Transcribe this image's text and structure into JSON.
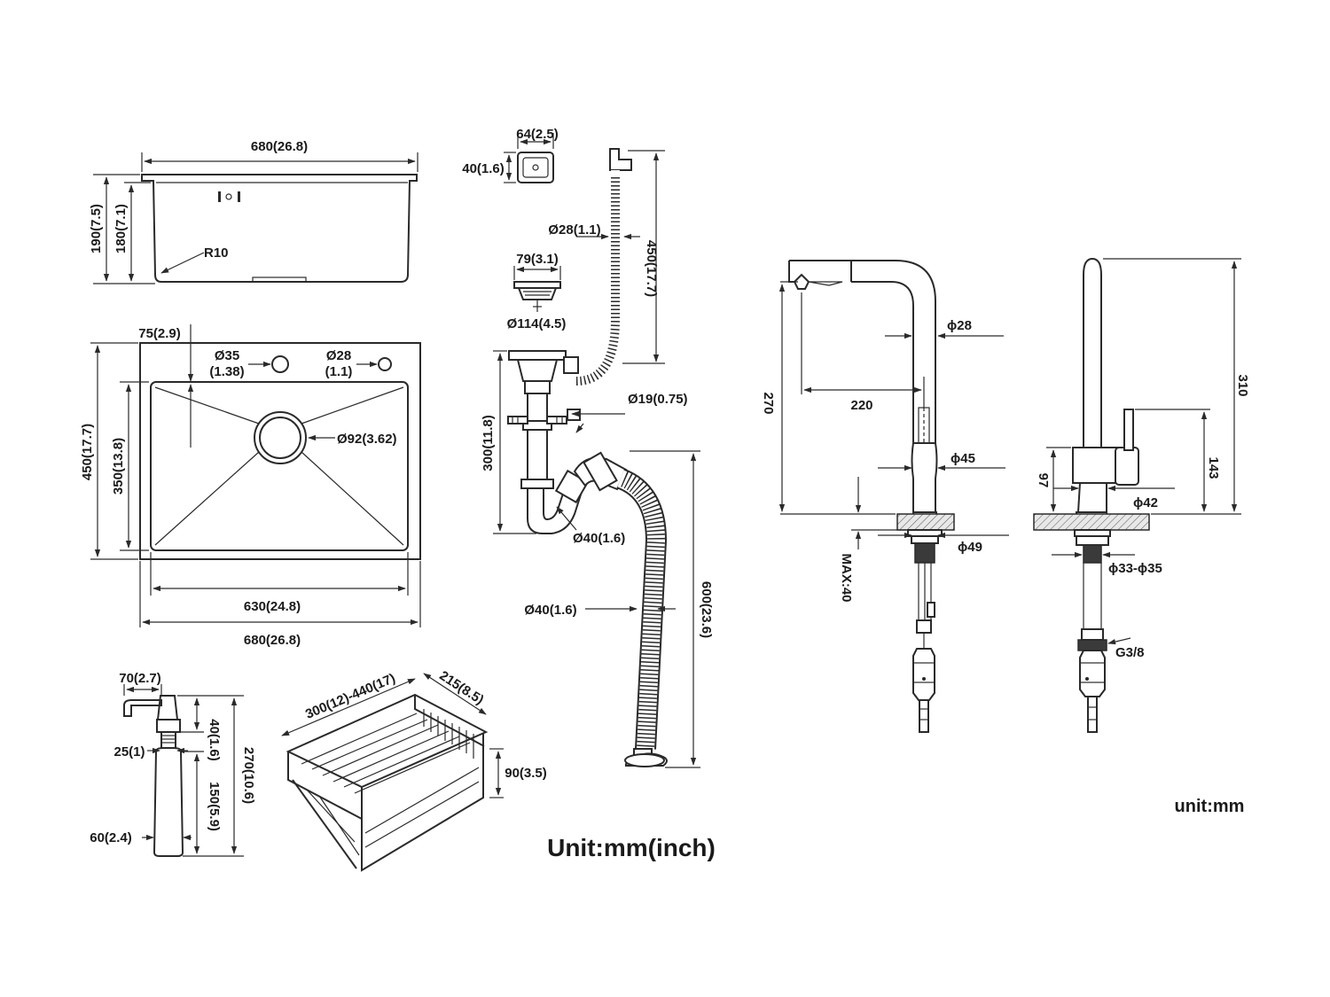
{
  "sink_front": {
    "width": "680(26.8)",
    "height_outer": "190(7.5)",
    "height_inner": "180(7.1)",
    "radius": "R10"
  },
  "sink_top": {
    "edge_offset": "75(2.9)",
    "hole1_dia": "Ø35",
    "hole1_inch": "(1.38)",
    "hole2_dia": "Ø28",
    "hole2_inch": "(1.1)",
    "drain_dia": "Ø92(3.62)",
    "depth_outer": "450(17.7)",
    "depth_inner": "350(13.8)",
    "width_inner": "630(24.8)",
    "width_outer": "680(26.8)"
  },
  "overflow_cap": {
    "width": "64(2.5)",
    "height": "40(1.6)"
  },
  "strainer": {
    "width": "79(3.1)",
    "flange": "Ø114(4.5)"
  },
  "overflow_hose": {
    "dia": "Ø28(1.1)",
    "length": "450(17.7)"
  },
  "drain": {
    "height": "300(11.8)",
    "outlet": "Ø19(0.75)",
    "trap_dia": "Ø40(1.6)",
    "hose_dia": "Ø40(1.6)",
    "hose_length": "600(23.6)"
  },
  "dispenser": {
    "spout": "70(2.7)",
    "head": "40(1.6)",
    "thread": "25(1)",
    "bottle_height": "150(5.9)",
    "total_height": "270(10.6)",
    "bottle_dia": "60(2.4)"
  },
  "basket": {
    "length": "300(12)-440(17)",
    "width": "215(8.5)",
    "height": "90(3.5)"
  },
  "unit_label_left": "Unit:mm(inch)",
  "faucet_pullout": {
    "height": "270",
    "reach": "220",
    "spout_dia": "ϕ28",
    "body_dia": "ϕ45",
    "base_dia": "ϕ49",
    "deck_max": "MAX:40"
  },
  "faucet_mixer": {
    "height": "310",
    "handle_height": "143",
    "body_height": "97",
    "body_dia": "ϕ42",
    "hole_range": "ϕ33-ϕ35",
    "connector": "G3/8"
  },
  "unit_label_right": "unit:mm",
  "colors": {
    "line": "#2a2a2a",
    "text": "#1a1a1a",
    "background": "#ffffff"
  }
}
